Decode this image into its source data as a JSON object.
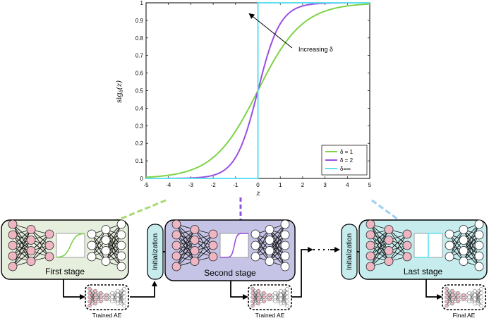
{
  "plot": {
    "ylabel": "sig",
    "ylabel_sub": "δ",
    "ylabel_tail": "(z)",
    "xlabel": "z",
    "annotation": "Increasing δ",
    "chart_data": {
      "type": "line",
      "xlim": [
        -5,
        5
      ],
      "ylim": [
        0,
        1
      ],
      "x_ticks": [
        -5,
        -4,
        -3,
        -2,
        -1,
        0,
        1,
        2,
        3,
        4,
        5
      ],
      "y_ticks": [
        0,
        0.1,
        0.2,
        0.3,
        0.4,
        0.5,
        0.6,
        0.7,
        0.8,
        0.9,
        1
      ],
      "legend_position": "bottom-right",
      "grid": false,
      "series": [
        {
          "name": "δ = 1",
          "delta": 1,
          "color": "#7ed348"
        },
        {
          "name": "δ = 2",
          "delta": 2,
          "color": "#9a4fe0"
        },
        {
          "name": "δ=∞",
          "delta": "inf",
          "color": "#5ee0f0"
        }
      ]
    }
  },
  "stages": [
    {
      "label": "First stage",
      "bg": "#e6eedd",
      "curve_color": "#7ed348",
      "kind": "sigmoid-soft"
    },
    {
      "label": "Second stage",
      "bg": "#c6c4e6",
      "curve_color": "#9a4fe0",
      "kind": "sigmoid-steep"
    },
    {
      "label": "Last stage",
      "bg": "#c6ecee",
      "curve_color": "#5ee0f0",
      "kind": "step"
    }
  ],
  "init_labels": [
    "Initialization",
    "Initialization"
  ],
  "ae_labels": [
    "Trained AE",
    "Trained AE",
    "Final AE"
  ],
  "colors": {
    "node_fill": "#eeb6c2",
    "node_stroke": "#333333",
    "arrow_green": "#a6dc6e",
    "arrow_purple": "#8a55e0",
    "arrow_blue": "#9ccff0"
  }
}
